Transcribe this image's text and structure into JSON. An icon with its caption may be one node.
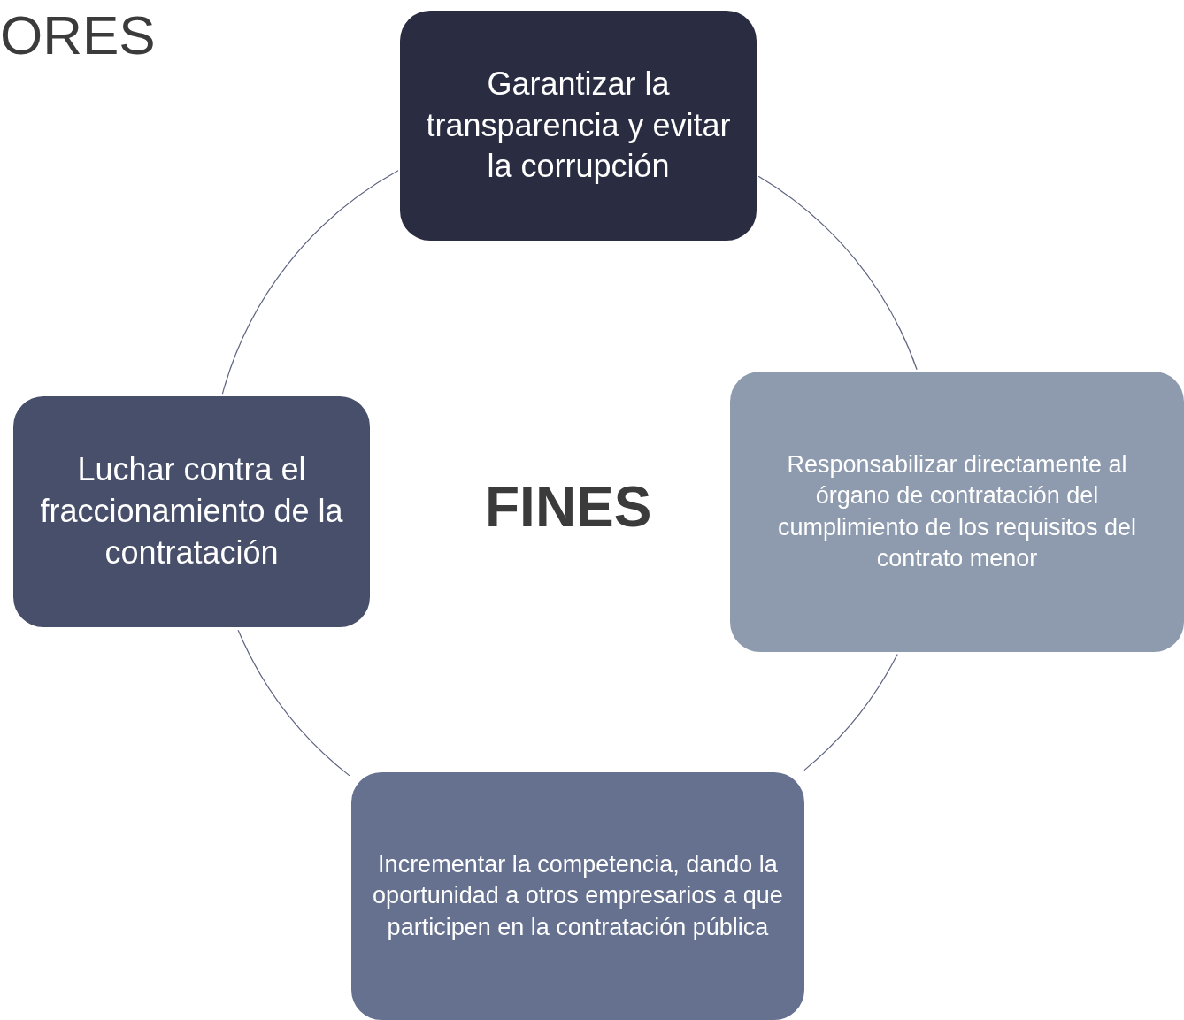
{
  "diagram": {
    "nodes": [
      {
        "text": [
          "Garantizar la transparencia y evitar la corrupción"
        ]
      },
      {
        "text": [
          "Luchar contra el fraccionamiento de la contratación"
        ]
      },
      {
        "text": [
          "Responsabilizar directamente al órgano de contratación del cumplimiento de los requisitos del contrato menor"
        ]
      },
      {
        "text": [
          "Incrementar la competencia, dando la oportunidad a otros empresarios a que participen en la contratación pública"
        ]
      }
    ],
    "edges": [
      {
        "from": 0,
        "to": 2,
        "arrow": "none"
      },
      {
        "from": 2,
        "to": 3,
        "arrow": "none"
      },
      {
        "from": 3,
        "to": 1,
        "arrow": "none"
      },
      {
        "from": 1,
        "to": 0,
        "arrow": "none"
      }
    ],
    "labels": [
      "ORES",
      "FINES"
    ]
  }
}
